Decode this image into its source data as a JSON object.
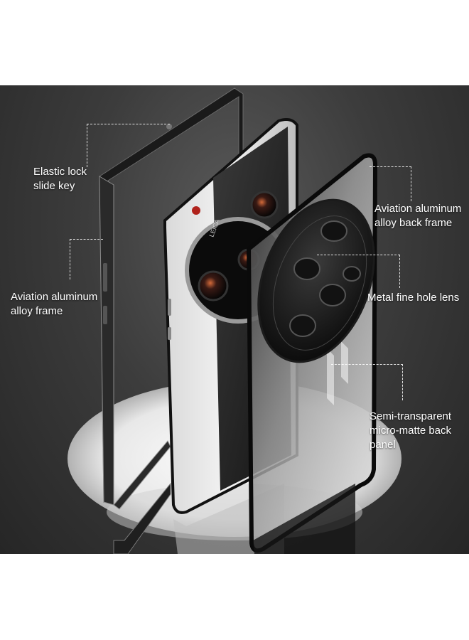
{
  "product_photo": {
    "background": "#3c3c3c",
    "accent": "#ffffff",
    "camera_brand_badge": "LEICA",
    "callouts": {
      "elastic_lock": {
        "line1": "Elastic lock",
        "line2": "slide key"
      },
      "aviation_frame": {
        "line1": "Aviation aluminum",
        "line2": "alloy frame"
      },
      "aviation_back_frame": {
        "line1": "Aviation aluminum",
        "line2": "alloy back frame"
      },
      "metal_lens": {
        "line1": "Metal fine hole lens"
      },
      "back_panel": {
        "line1": "Semi-transparent",
        "line2": "micro-matte back",
        "line3": "panel"
      }
    }
  }
}
